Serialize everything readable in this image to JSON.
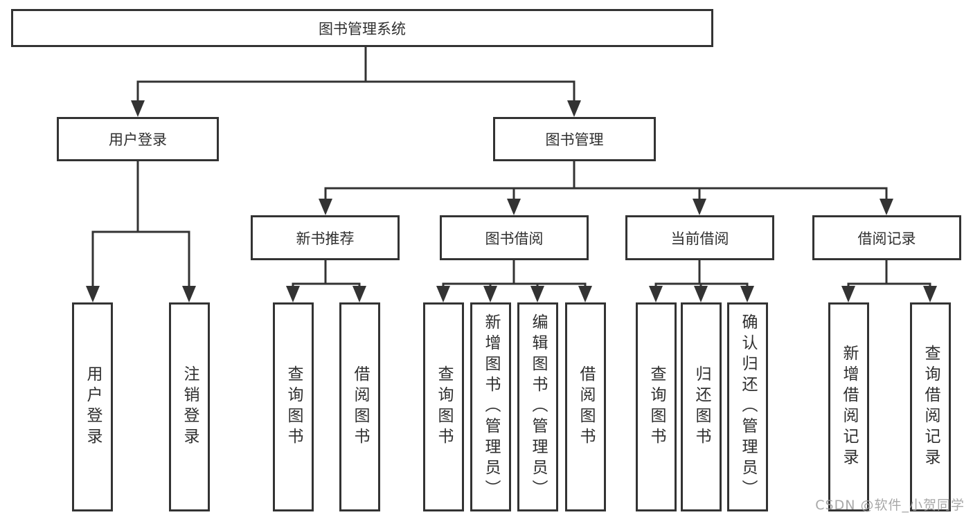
{
  "tree": {
    "root": {
      "label": "图书管理系统"
    },
    "branches": [
      {
        "label": "用户登录",
        "children": [
          {
            "label": "用户登录"
          },
          {
            "label": "注销登录"
          }
        ]
      },
      {
        "label": "图书管理",
        "children": [
          {
            "label": "新书推荐",
            "children": [
              {
                "label": "查询图书"
              },
              {
                "label": "借阅图书"
              }
            ]
          },
          {
            "label": "图书借阅",
            "children": [
              {
                "label": "查询图书"
              },
              {
                "label": "新增图书（管理员）"
              },
              {
                "label": "编辑图书（管理员）"
              },
              {
                "label": "借阅图书"
              }
            ]
          },
          {
            "label": "当前借阅",
            "children": [
              {
                "label": "查询图书"
              },
              {
                "label": "归还图书"
              },
              {
                "label": "确认归还（管理员）"
              }
            ]
          },
          {
            "label": "借阅记录",
            "children": [
              {
                "label": "新增借阅记录"
              },
              {
                "label": "查询借阅记录"
              }
            ]
          }
        ]
      }
    ]
  },
  "watermark": {
    "text": "CSDN @软件_小贺同学"
  },
  "colors": {
    "line": "#333333",
    "text": "#2f2f2f",
    "watermark": "#9e9e9e",
    "background": "#ffffff"
  }
}
